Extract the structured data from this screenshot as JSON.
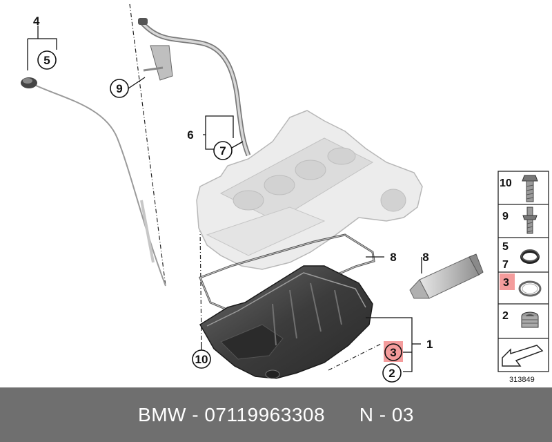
{
  "diagram": {
    "callouts": [
      {
        "id": "c4",
        "label": "4",
        "circled": false,
        "highlighted": false
      },
      {
        "id": "c5",
        "label": "5",
        "circled": true,
        "highlighted": false
      },
      {
        "id": "c9",
        "label": "9",
        "circled": true,
        "highlighted": false
      },
      {
        "id": "c6",
        "label": "6",
        "circled": false,
        "highlighted": false
      },
      {
        "id": "c7",
        "label": "7",
        "circled": true,
        "highlighted": false
      },
      {
        "id": "c8",
        "label": "8",
        "circled": false,
        "highlighted": false
      },
      {
        "id": "c10",
        "label": "10",
        "circled": true,
        "highlighted": false
      },
      {
        "id": "c3",
        "label": "3",
        "circled": true,
        "highlighted": true
      },
      {
        "id": "c1",
        "label": "1",
        "circled": false,
        "highlighted": false
      },
      {
        "id": "c2",
        "label": "2",
        "circled": true,
        "highlighted": false
      },
      {
        "id": "c8b",
        "label": "8",
        "circled": false,
        "highlighted": false
      }
    ],
    "legend": [
      {
        "labels": [
          "10"
        ],
        "part": "bolt-icon",
        "highlighted": false
      },
      {
        "labels": [
          "9"
        ],
        "part": "stud-bolt-icon",
        "highlighted": false
      },
      {
        "labels": [
          "5",
          "7"
        ],
        "part": "o-ring-icon",
        "highlighted": false
      },
      {
        "labels": [
          "3"
        ],
        "part": "gasket-ring-icon",
        "highlighted": true
      },
      {
        "labels": [
          "2"
        ],
        "part": "drain-plug-icon",
        "highlighted": false
      },
      {
        "labels": [],
        "part": "arrow-icon",
        "highlighted": false
      }
    ],
    "reference_number": "313849",
    "highlight_color": "#f28b8b"
  },
  "footer": {
    "text": "BMW - 07119963308      N - 03"
  }
}
